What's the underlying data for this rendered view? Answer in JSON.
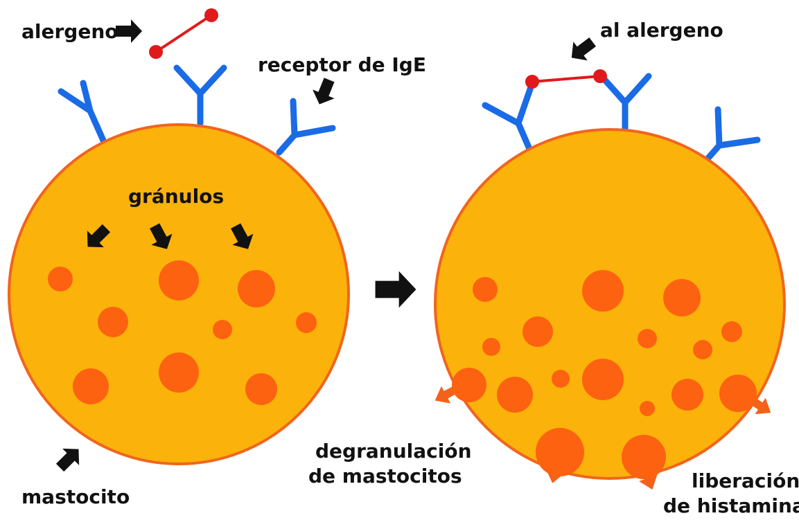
{
  "labels": {
    "allergen": "alergeno",
    "ige_receptor": "receptor de IgE",
    "granules": "gránulos",
    "mast_cell": "mastocito",
    "to_allergen": "al alergeno",
    "degranulation_line1": "degranulación",
    "degranulation_line2": "de mastocitos",
    "histamine_line1": "liberación",
    "histamine_line2": "de histamina"
  },
  "colors": {
    "cell_fill": "#fbb20a",
    "cell_outline": "#f0651e",
    "granule": "#fc6210",
    "receptor": "#1a6be6",
    "allergen": "#e01a1a",
    "arrow": "#111111",
    "release_arrow": "#f4621a"
  },
  "icons": [
    "arrow-icon",
    "release-arrow-icon",
    "receptor-icon",
    "allergen-molecule-icon"
  ]
}
